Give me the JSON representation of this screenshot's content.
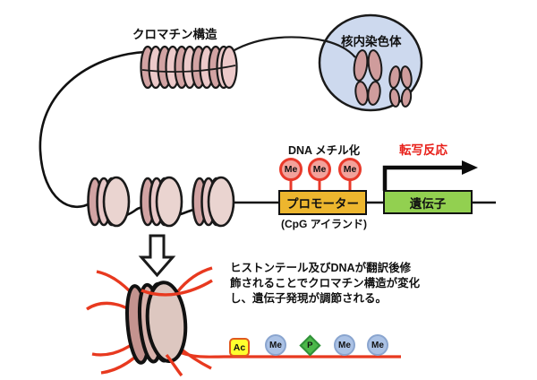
{
  "diagram": {
    "chromatin_label": "クロマチン構造",
    "nucleus_label": "核内染色体",
    "methylation": {
      "label": "DNA メチル化",
      "marks": [
        "Me",
        "Me",
        "Me"
      ]
    },
    "transcription_label": "転写反応",
    "promoter": {
      "label": "プロモーター",
      "sublabel": "(CpG アイランド)"
    },
    "gene_label": "遺伝子",
    "description_lines": [
      "ヒストンテール及びDNAが翻訳後修",
      "飾されることでクロマチン構造が変化",
      "し、遺伝子発現が調節される。"
    ],
    "histone_marks": [
      "Ac",
      "Me",
      "P",
      "Me",
      "Me"
    ],
    "colors": {
      "nucleus_blue": "#cdd9ee",
      "chromosome_pink": "#cf9c9c",
      "nucleosome_dark": "#d2a3a3",
      "nucleosome_light": "#e8c7c7",
      "nucleosome_face": "#ead4d0",
      "me_top_fill": "#f2a29b",
      "me_top_border": "#e8392a",
      "promoter_yellow": "#edb62e",
      "gene_green": "#92d050",
      "transcription_red": "#e8201a",
      "tail_red": "#e8391f",
      "ac_yellow": "#ffff2e",
      "ac_border": "#e0591e",
      "me_bottom_fill": "#abc2e5",
      "me_bottom_border": "#8aa5cf",
      "p_green": "#4cb84a"
    }
  }
}
